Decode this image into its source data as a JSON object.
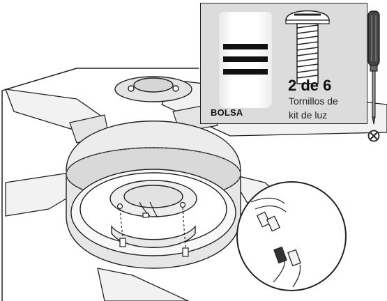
{
  "callout": {
    "bag_label": "BOLSA",
    "count": "2 de 6",
    "description_line1": "Tornillos de",
    "description_line2": "kit de luz"
  },
  "icons": {
    "bag": "hardware-bag-icon",
    "screw": "screw-icon",
    "screwdriver": "phillips-screwdriver-icon",
    "not_allowed": "prohibited-icon"
  },
  "colors": {
    "line": "#222222",
    "callout_bg": "#dcdcdc"
  }
}
